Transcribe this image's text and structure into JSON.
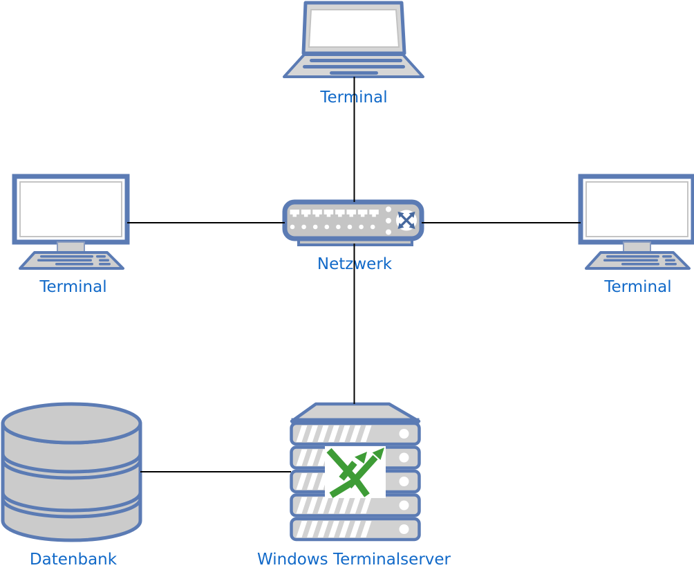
{
  "diagram": {
    "background": "#FFFFFF",
    "nodes": {
      "terminal_top": {
        "label": "Terminal",
        "type": "laptop"
      },
      "terminal_left": {
        "label": "Terminal",
        "type": "monitor"
      },
      "terminal_right": {
        "label": "Terminal",
        "type": "monitor"
      },
      "netzwerk": {
        "label": "Netzwerk",
        "type": "network-switch"
      },
      "datenbank": {
        "label": "Datenbank",
        "type": "database"
      },
      "terminalserver": {
        "label": "Windows Terminalserver",
        "type": "server-rack"
      }
    },
    "edges": [
      {
        "from": "terminal_top",
        "to": "netzwerk"
      },
      {
        "from": "terminal_left",
        "to": "netzwerk"
      },
      {
        "from": "netzwerk",
        "to": "terminal_right"
      },
      {
        "from": "netzwerk",
        "to": "terminalserver"
      },
      {
        "from": "datenbank",
        "to": "terminalserver"
      }
    ],
    "colors": {
      "node_outline": "#5B7BB4",
      "node_fill_light": "#D6D6D6",
      "node_fill_mid": "#C5C5C5",
      "label_text": "#1169C8",
      "edge_line": "#000000",
      "logo_green": "#3E9C36",
      "switch_arrow_blue": "#46689E"
    }
  }
}
